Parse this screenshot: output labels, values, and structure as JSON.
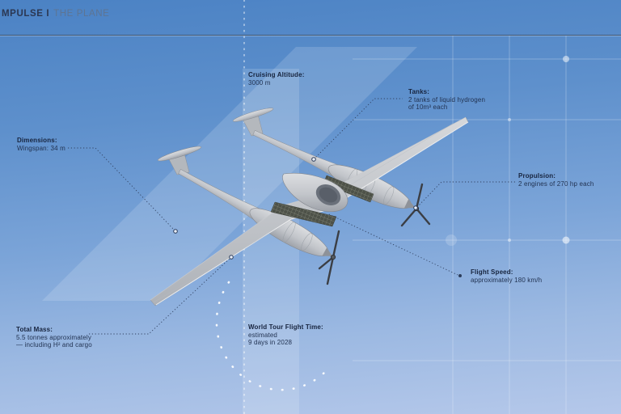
{
  "header": {
    "brand": "MPULSE I",
    "section": "THE PLANE"
  },
  "labels": {
    "cruising_altitude": {
      "title": "Cruising Altitude:",
      "lines": [
        "3000 m"
      ]
    },
    "tanks": {
      "title": "Tanks:",
      "lines": [
        "2 tanks of liquid hydrogen",
        "of 10m³ each"
      ]
    },
    "dimensions": {
      "title": "Dimensions:",
      "lines": [
        "Wingspan: 34 m"
      ]
    },
    "propulsion": {
      "title": "Propulsion:",
      "lines": [
        "2 engines of 270 hp each"
      ]
    },
    "flight_speed": {
      "title": "Flight Speed:",
      "lines": [
        "approximately 180 km/h"
      ]
    },
    "total_mass": {
      "title": "Total Mass:",
      "lines": [
        "5.5 tonnes approximately",
        "— including H² and cargo"
      ]
    },
    "world_tour": {
      "title": "World Tour Flight Time:",
      "lines": [
        "estimated",
        "9 days in 2028"
      ]
    }
  },
  "colors": {
    "background_top": "#4b82c4",
    "background_bottom": "#b5c8ea",
    "label_text": "#223352",
    "label_title": "#17243e",
    "leader_line": "#30405f",
    "aircraft_body": "#c7cacf",
    "solar_panel": "#4d5148",
    "grid_line": "#ffffff"
  }
}
